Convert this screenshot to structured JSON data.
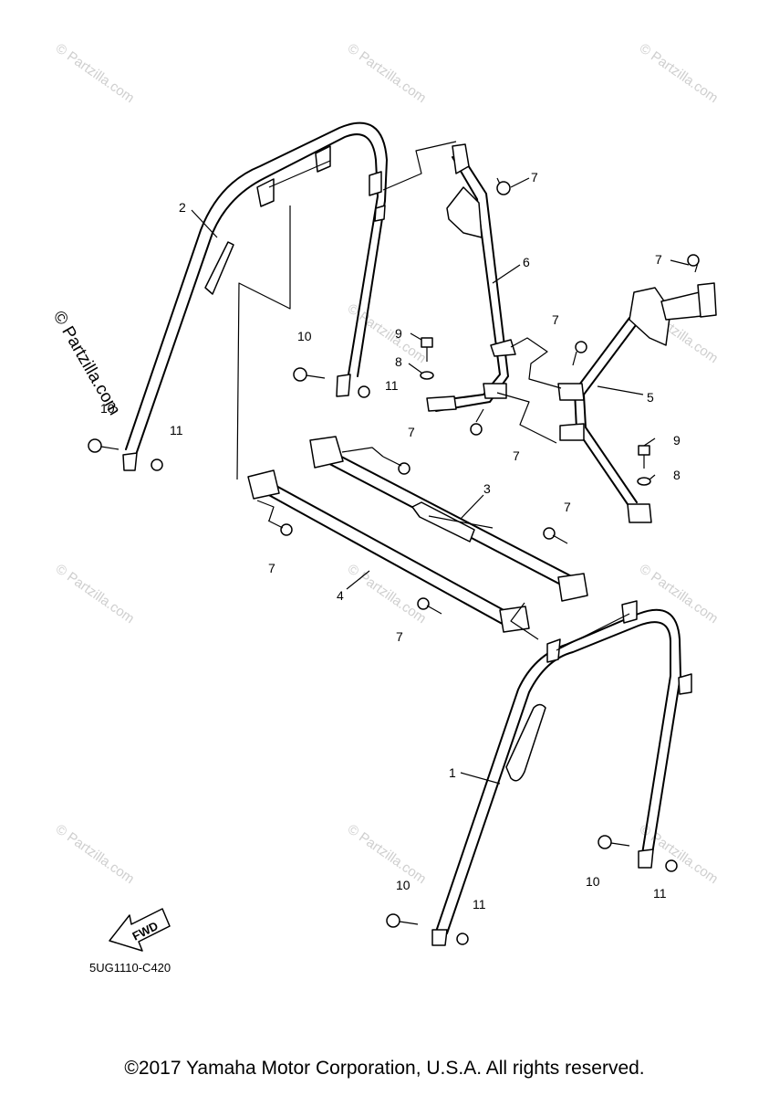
{
  "watermark": {
    "text": "© Partzilla.com",
    "side_text": "© Partzilla.com"
  },
  "callouts": {
    "c1": "1",
    "c2": "2",
    "c3": "3",
    "c4": "4",
    "c5": "5",
    "c6": "6",
    "c7": "7",
    "c8": "8",
    "c9": "9",
    "c10": "10",
    "c11": "11"
  },
  "fwd_label": "FWD",
  "diagram_ref": "5UG1110-C420",
  "copyright": "©2017 Yamaha Motor Corporation, U.S.A. All rights reserved."
}
